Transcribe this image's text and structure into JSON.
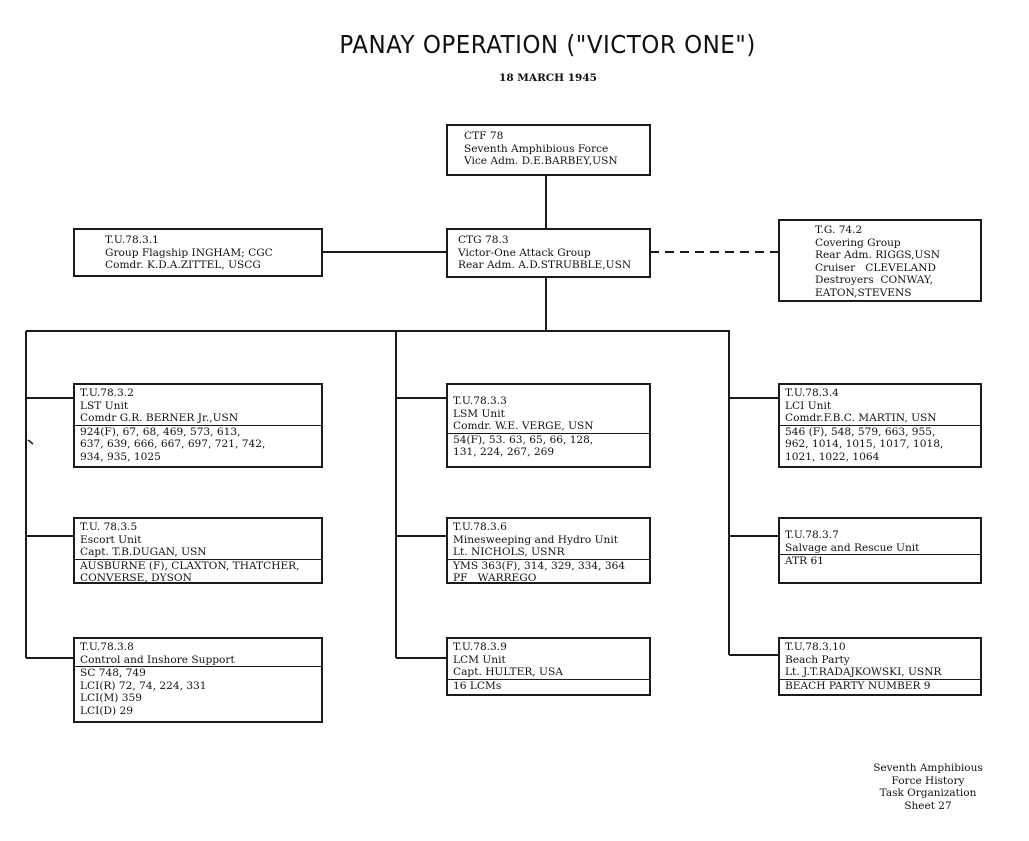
{
  "document": {
    "title": "PANAY OPERATION (\"VICTOR ONE\")",
    "date": "18 MARCH 1945"
  },
  "org_chart": {
    "top": {
      "id": "CTF 78",
      "lines": [
        "CTF 78",
        "Seventh Amphibious Force",
        "Vice Adm. D.E.BARBEY,USN"
      ]
    },
    "flagship": {
      "id": "T.U.78.3.1",
      "lines": [
        "T.U.78.3.1",
        "Group Flagship INGHAM; CGC",
        "Comdr. K.D.A.ZITTEL, USCG"
      ]
    },
    "attack_group": {
      "id": "CTG 78.3",
      "lines": [
        "CTG 78.3",
        "Victor-One Attack Group",
        "Rear Adm. A.D.STRUBBLE,USN"
      ]
    },
    "covering_group": {
      "id": "T.G. 74.2",
      "relation": "dashed (cooperating)",
      "lines": [
        "T.G. 74.2",
        "Covering Group",
        "Rear Adm. RIGGS,USN",
        "Cruiser   CLEVELAND",
        "Destroyers  CONWAY,",
        "EATON,STEVENS"
      ]
    },
    "units": [
      {
        "id": "T.U.78.3.2",
        "header": [
          "T.U.78.3.2",
          "LST Unit",
          "Comdr G.R. BERNER Jr.,USN"
        ],
        "ships": [
          "924(F), 67, 68, 469, 573, 613,",
          "637, 639, 666, 667, 697, 721, 742,",
          "934, 935, 1025"
        ]
      },
      {
        "id": "T.U.78.3.3",
        "header": [
          "T.U.78.3.3",
          "LSM Unit",
          "Comdr. W.E. VERGE, USN"
        ],
        "ships": [
          "54(F), 53. 63, 65, 66, 128,",
          "131, 224, 267, 269"
        ]
      },
      {
        "id": "T.U.78.3.4",
        "header": [
          "T.U.78.3.4",
          "LCI Unit",
          "Comdr.F.B.C. MARTIN, USN"
        ],
        "ships": [
          "546 (F), 548, 579, 663, 955,",
          "962, 1014, 1015, 1017, 1018,",
          "1021, 1022, 1064"
        ]
      },
      {
        "id": "T.U. 78.3.5",
        "header": [
          "T.U. 78.3.5",
          "Escort Unit",
          "Capt. T.B.DUGAN, USN"
        ],
        "ships": [
          "AUSBURNE (F), CLAXTON, THATCHER,",
          "CONVERSE, DYSON"
        ]
      },
      {
        "id": "T.U.78.3.6",
        "header": [
          "T.U.78.3.6",
          "Minesweeping and Hydro Unit",
          "Lt. NICHOLS, USNR"
        ],
        "ships": [
          "YMS 363(F), 314, 329, 334, 364",
          "PF   WARREGO"
        ]
      },
      {
        "id": "T.U.78.3.7",
        "header": [
          "T.U.78.3.7",
          "Salvage and Rescue Unit"
        ],
        "ships": [
          "ATR 61"
        ]
      },
      {
        "id": "T.U.78.3.8",
        "header": [
          "T.U.78.3.8",
          "Control and Inshore Support"
        ],
        "ships": [
          "SC 748, 749",
          "LCI(R) 72, 74, 224, 331",
          "LCI(M) 359",
          "LCI(D) 29"
        ]
      },
      {
        "id": "T.U.78.3.9",
        "header": [
          "T.U.78.3.9",
          "LCM Unit",
          "Capt. HULTER, USA"
        ],
        "ships": [
          "16 LCMs"
        ]
      },
      {
        "id": "T.U.78.3.10",
        "header": [
          "T.U.78.3.10",
          "Beach Party",
          "Lt. J.T.RADAJKOWSKI, USNR"
        ],
        "ships": [
          "BEACH PARTY NUMBER 9"
        ]
      }
    ]
  },
  "footer": {
    "lines": [
      "Seventh Amphibious",
      "Force History",
      "Task Organization",
      "Sheet 27"
    ]
  }
}
